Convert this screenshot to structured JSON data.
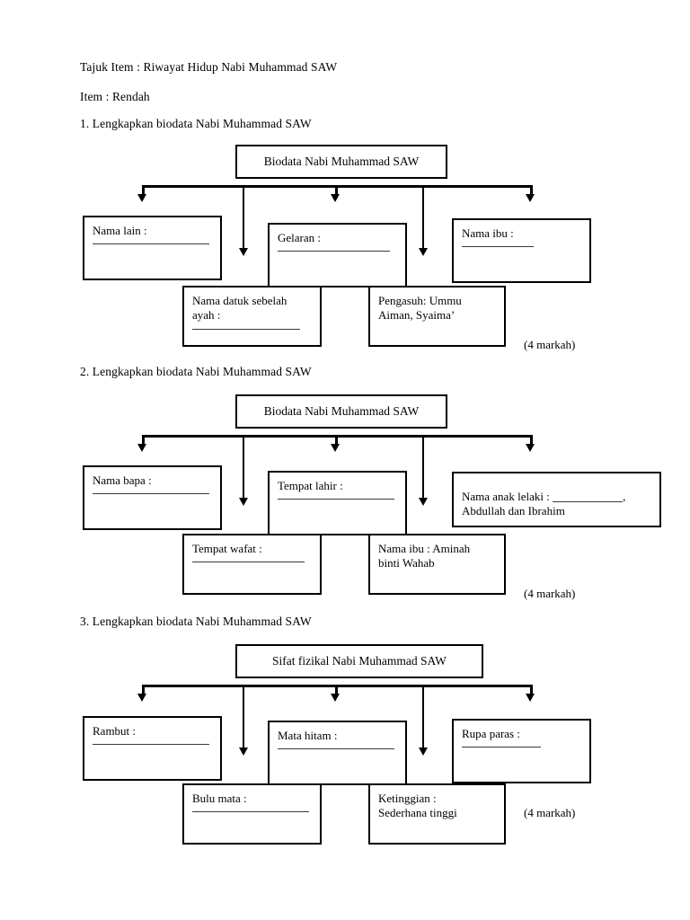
{
  "document": {
    "header": {
      "tajuk_label": "Tajuk Item : Riwayat Hidup Nabi Muhammad SAW",
      "item_label": "Item : Rendah"
    },
    "questions": [
      {
        "number": "1.",
        "prompt": "1. Lengkapkan biodata Nabi Muhammad SAW",
        "title_box": "Biodata Nabi Muhammad SAW",
        "marks": "(4 markah)",
        "top_boxes": [
          {
            "line1": "Nama lain :",
            "line2": "",
            "rule": true,
            "rule_width": 130
          },
          {
            "line1": "Gelaran :",
            "line2": "",
            "rule": true,
            "rule_width": 125
          },
          {
            "line1": "Nama ibu :",
            "line2": "",
            "rule": true,
            "rule_width": 80
          }
        ],
        "bottom_boxes": [
          {
            "line1": "Nama datuk sebelah",
            "line2": "ayah :",
            "rule": true,
            "rule_width": 120
          },
          {
            "line1": "Pengasuh: Ummu",
            "line2": "Aiman, Syaima’",
            "rule": false,
            "rule_width": 0
          }
        ]
      },
      {
        "number": "2.",
        "prompt": "2. Lengkapkan biodata Nabi Muhammad SAW",
        "title_box": "Biodata Nabi Muhammad SAW",
        "marks": "(4 markah)",
        "top_boxes": [
          {
            "line1": "Nama bapa :",
            "line2": "",
            "rule": true,
            "rule_width": 130
          },
          {
            "line1": "Tempat lahir :",
            "line2": "",
            "rule": true,
            "rule_width": 130
          },
          {
            "line1": "Nama anak lelaki : ",
            "line2": "Abdullah dan Ibrahim",
            "rule": false,
            "rule_width": 0,
            "inline_rule": true,
            "inline_rule_width": 78,
            "inline_suffix": ","
          }
        ],
        "bottom_boxes": [
          {
            "line1": "Tempat wafat :",
            "line2": "",
            "rule": true,
            "rule_width": 125
          },
          {
            "line1": "Nama ibu : Aminah",
            "line2": "binti Wahab",
            "rule": false,
            "rule_width": 0
          }
        ]
      },
      {
        "number": "3.",
        "prompt": "3. Lengkapkan biodata Nabi Muhammad SAW",
        "title_box": "Sifat fizikal Nabi Muhammad SAW",
        "marks": "(4 markah)",
        "top_boxes": [
          {
            "line1": "Rambut :",
            "line2": "",
            "rule": true,
            "rule_width": 130
          },
          {
            "line1": "Mata hitam :",
            "line2": "",
            "rule": true,
            "rule_width": 130
          },
          {
            "line1": "Rupa paras :",
            "line2": "",
            "rule": true,
            "rule_width": 88
          }
        ],
        "bottom_boxes": [
          {
            "line1": "Bulu mata :",
            "line2": "",
            "rule": true,
            "rule_width": 130
          },
          {
            "line1": "Ketinggian :",
            "line2": "Sederhana tinggi",
            "rule": false,
            "rule_width": 0
          }
        ]
      }
    ]
  }
}
